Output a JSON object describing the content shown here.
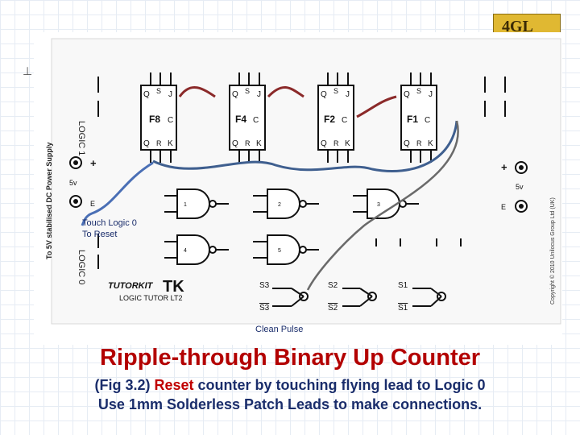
{
  "corner_logo": "4GL",
  "power_supply_label": "To 5V stabilised DC Power Supply",
  "copyright": "Copyright © 2010 Unilocus Group Ltd (UK)",
  "supply": {
    "plus": "+",
    "voltage": "5v",
    "earth": "E"
  },
  "logic_labels": {
    "logic1": "LOGIC 1",
    "logic0": "LOGIC 0"
  },
  "flipflops": [
    {
      "name": "F8",
      "q": "Q",
      "s": "S",
      "j": "J",
      "c": "C",
      "qbar": "Q",
      "r": "R",
      "k": "K"
    },
    {
      "name": "F4",
      "q": "Q",
      "s": "S",
      "j": "J",
      "c": "C",
      "qbar": "Q",
      "r": "R",
      "k": "K"
    },
    {
      "name": "F2",
      "q": "Q",
      "s": "S",
      "j": "J",
      "c": "C",
      "qbar": "Q",
      "r": "R",
      "k": "K"
    },
    {
      "name": "F1",
      "q": "Q",
      "s": "S",
      "j": "J",
      "c": "C",
      "qbar": "Q",
      "r": "R",
      "k": "K"
    }
  ],
  "gates": [
    "1",
    "2",
    "3",
    "4",
    "5"
  ],
  "switches": [
    "S3",
    "S3",
    "S2",
    "S2",
    "S1",
    "S1"
  ],
  "annotations": {
    "touch_line1": "Touch Logic 0",
    "touch_line2": "To Reset",
    "clean_pulse": "Clean Pulse"
  },
  "brand": {
    "name": "TUTORKIT",
    "model": "LOGIC TUTOR LT2"
  },
  "title": "Ripple-through Binary Up Counter",
  "subtitle_prefix": "(Fig 3.2) ",
  "subtitle_highlight": "Reset",
  "subtitle_rest": " counter by touching flying lead to Logic 0",
  "subtitle_line2": "Use 1mm Solderless Patch Leads to make connections.",
  "colors": {
    "title": "#b30000",
    "subtitle": "#1a2d6b",
    "flying_lead": "#4a6fb5",
    "link_wire": "#8b2a2a",
    "clock_wire": "#3f5f8f",
    "grey_wire": "#6a6a6a"
  }
}
